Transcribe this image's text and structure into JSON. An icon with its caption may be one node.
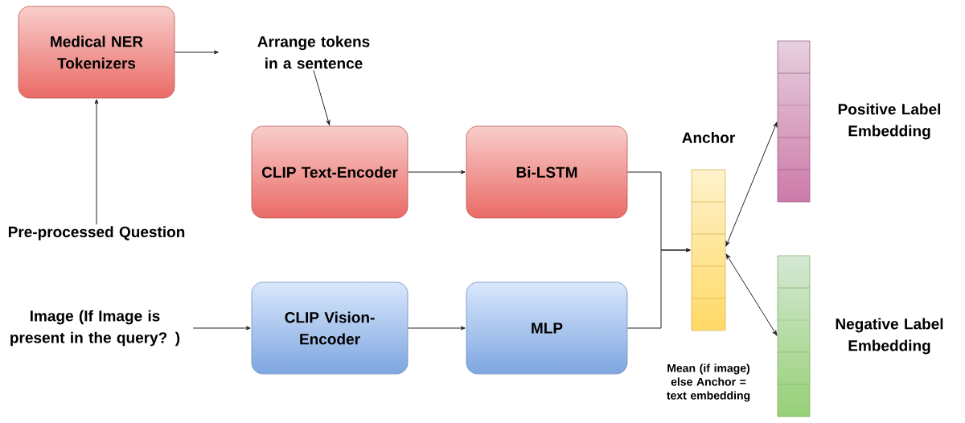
{
  "diagram": {
    "nodes": [
      {
        "text": [
          "Medical NER Tokenizers"
        ]
      },
      {
        "text": [
          "Arrange tokens in a sentence"
        ]
      },
      {
        "text": [
          "Pre-processed Question"
        ]
      },
      {
        "text": [
          "CLIP Text-Encoder"
        ]
      },
      {
        "text": [
          "Bi-LSTM"
        ]
      },
      {
        "text": [
          "Image (If Image is present in the query? )"
        ]
      },
      {
        "text": [
          "CLIP Vision-Encoder"
        ]
      },
      {
        "text": [
          "MLP"
        ]
      },
      {
        "text": [
          "Anchor"
        ],
        "beside": [
          "Mean (if image) else Anchor = text embedding"
        ]
      },
      {
        "text": [
          "Positive Label Embedding"
        ]
      },
      {
        "text": [
          "Negative  Label Embedding"
        ]
      }
    ],
    "edges": [
      {
        "from": 2,
        "to": 0,
        "arrow": "to"
      },
      {
        "from": 0,
        "to": 1,
        "arrow": "to"
      },
      {
        "from": 1,
        "to": 3,
        "arrow": "to"
      },
      {
        "from": 3,
        "to": 4,
        "arrow": "to"
      },
      {
        "from": 5,
        "to": 6,
        "arrow": "to"
      },
      {
        "from": 6,
        "to": 7,
        "arrow": "to"
      },
      {
        "from": 4,
        "to": 8,
        "arrow": "to"
      },
      {
        "from": 7,
        "to": 8,
        "arrow": "to"
      },
      {
        "from": 8,
        "to": 9,
        "arrow": "both"
      },
      {
        "from": 8,
        "to": 10,
        "arrow": "both"
      }
    ]
  }
}
